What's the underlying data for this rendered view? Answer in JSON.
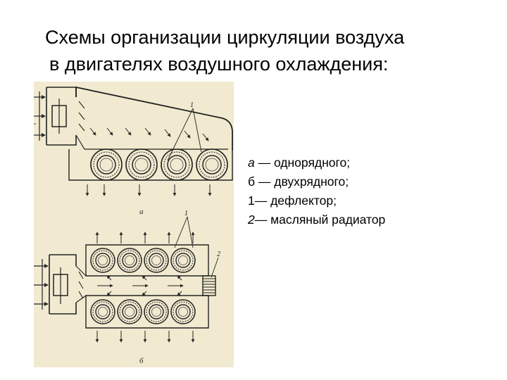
{
  "slide": {
    "title_line1": "Схемы организации циркуляции воздуха",
    "title_line2": "в двигателях воздушного охлаждения:"
  },
  "figure": {
    "label_a": "а",
    "label_b": "б",
    "callout_1": "1",
    "callout_2": "2"
  },
  "legend": [
    {
      "key": "а",
      "text": " — однорядного;"
    },
    {
      "key": "б",
      "text": " — двухрядного;"
    },
    {
      "key": "1",
      "text": "— дефлектор;"
    },
    {
      "key": "2",
      "text": "— масляный радиатор"
    }
  ]
}
